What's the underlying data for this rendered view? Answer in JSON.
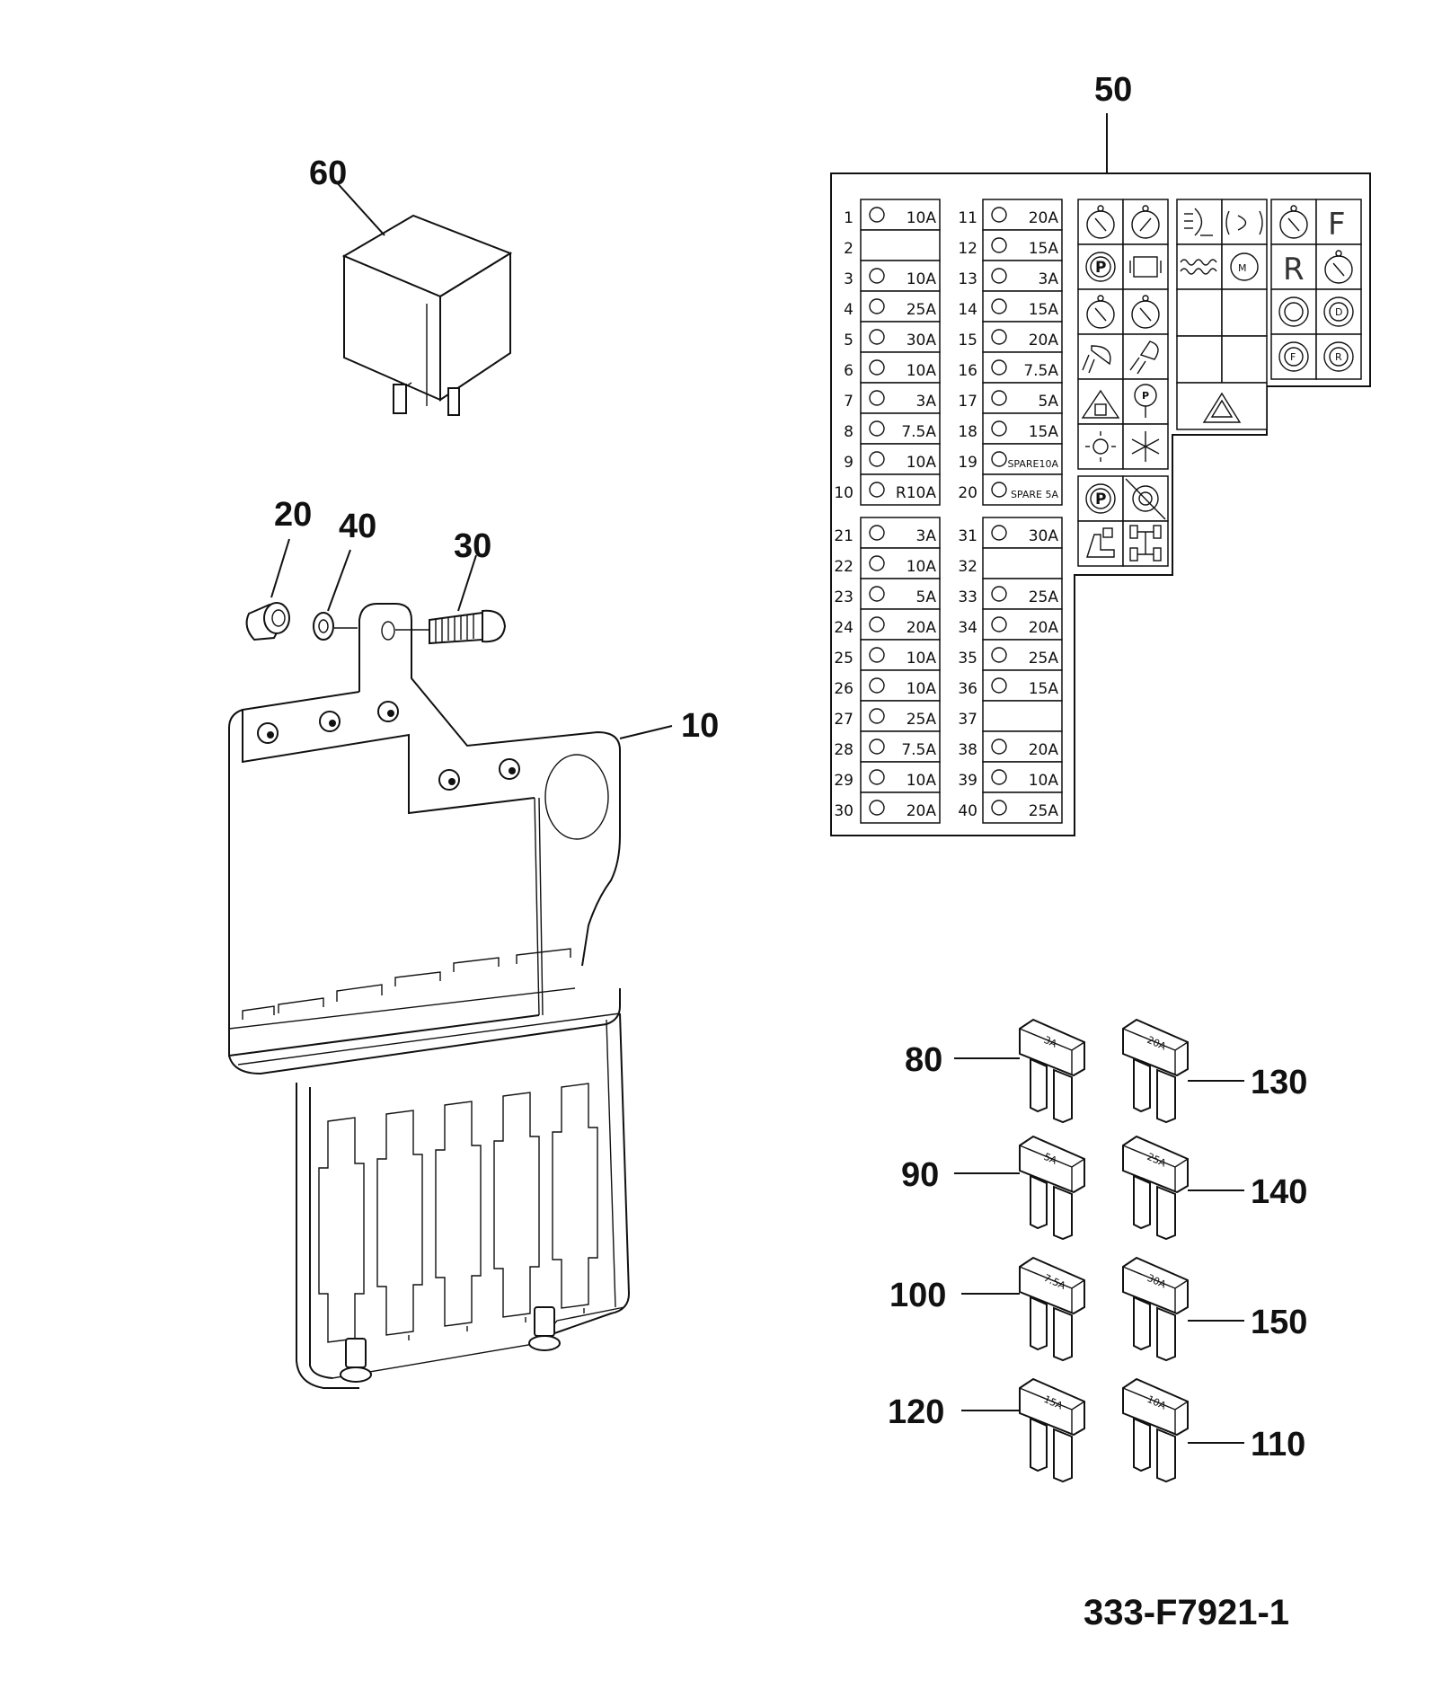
{
  "callouts": {
    "c10": "10",
    "c20": "20",
    "c30": "30",
    "c40": "40",
    "c50": "50",
    "c60": "60",
    "c80": "80",
    "c90": "90",
    "c100": "100",
    "c110": "110",
    "c120": "120",
    "c130": "130",
    "c140": "140",
    "c150": "150"
  },
  "drawing_code": "333-F7921-1",
  "fuses_left_top": [
    {
      "n": "1",
      "a": "10A"
    },
    {
      "n": "2",
      "a": ""
    },
    {
      "n": "3",
      "a": "10A"
    },
    {
      "n": "4",
      "a": "25A"
    },
    {
      "n": "5",
      "a": "30A"
    },
    {
      "n": "6",
      "a": "10A"
    },
    {
      "n": "7",
      "a": "3A"
    },
    {
      "n": "8",
      "a": "7.5A"
    },
    {
      "n": "9",
      "a": "10A"
    },
    {
      "n": "10",
      "a": "R10A"
    }
  ],
  "fuses_right_top": [
    {
      "n": "11",
      "a": "20A"
    },
    {
      "n": "12",
      "a": "15A"
    },
    {
      "n": "13",
      "a": "3A"
    },
    {
      "n": "14",
      "a": "15A"
    },
    {
      "n": "15",
      "a": "20A"
    },
    {
      "n": "16",
      "a": "7.5A"
    },
    {
      "n": "17",
      "a": "5A"
    },
    {
      "n": "18",
      "a": "15A"
    },
    {
      "n": "19",
      "a": "SPARE10A"
    },
    {
      "n": "20",
      "a": "SPARE 5A"
    }
  ],
  "fuses_left_bottom": [
    {
      "n": "21",
      "a": "3A"
    },
    {
      "n": "22",
      "a": "10A"
    },
    {
      "n": "23",
      "a": "5A"
    },
    {
      "n": "24",
      "a": "20A"
    },
    {
      "n": "25",
      "a": "10A"
    },
    {
      "n": "26",
      "a": "10A"
    },
    {
      "n": "27",
      "a": "25A"
    },
    {
      "n": "28",
      "a": "7.5A"
    },
    {
      "n": "29",
      "a": "10A"
    },
    {
      "n": "30",
      "a": "20A"
    }
  ],
  "fuses_right_bottom": [
    {
      "n": "31",
      "a": "30A"
    },
    {
      "n": "32",
      "a": ""
    },
    {
      "n": "33",
      "a": "25A"
    },
    {
      "n": "34",
      "a": "20A"
    },
    {
      "n": "35",
      "a": "25A"
    },
    {
      "n": "36",
      "a": "15A"
    },
    {
      "n": "37",
      "a": ""
    },
    {
      "n": "38",
      "a": "20A"
    },
    {
      "n": "39",
      "a": "10A"
    },
    {
      "n": "40",
      "a": "25A"
    }
  ],
  "relay_grid_letters": {
    "f": "F",
    "r": "R"
  },
  "blade_fuses": {
    "f80": "3A",
    "f90": "5A",
    "f100": "7.5A",
    "f120": "15A",
    "f130": "20A",
    "f140": "25A",
    "f150": "30A",
    "f110": "10A"
  }
}
